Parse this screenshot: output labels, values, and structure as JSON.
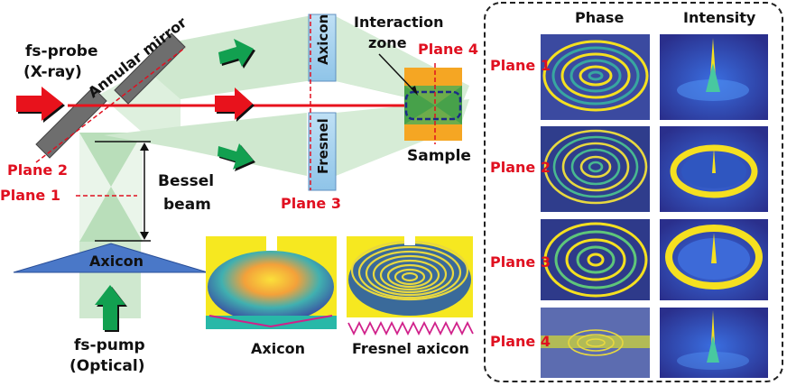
{
  "labels": {
    "fs_probe": "fs-probe",
    "xray": "(X-ray)",
    "annular_mirror": "Annular mirror",
    "plane2": "Plane 2",
    "plane1": "Plane 1",
    "bessel": "Bessel",
    "beam": "beam",
    "axicon_bottom": "Axicon",
    "fs_pump": "fs-pump",
    "optical": "(Optical)",
    "axicon_vertical": "Axicon",
    "fresnel_vertical": "Fresnel",
    "plane3": "Plane 3",
    "interaction": "Interaction",
    "zone": "zone",
    "plane4": "Plane 4",
    "sample": "Sample",
    "axicon_caption": "Axicon",
    "fresnel_caption": "Fresnel axicon"
  },
  "panel": {
    "col_phase": "Phase",
    "col_intensity": "Intensity",
    "rows": [
      "Plane 1",
      "Plane 2",
      "Plane 3",
      "Plane 4"
    ]
  },
  "colors": {
    "probe_red": "#e8121c",
    "arrow_green": "#12a050",
    "beam_green": "#cfe8cf",
    "axicon_blue": "#4a78c8",
    "sample_orange": "#f5a623",
    "label_red": "#e01020"
  }
}
